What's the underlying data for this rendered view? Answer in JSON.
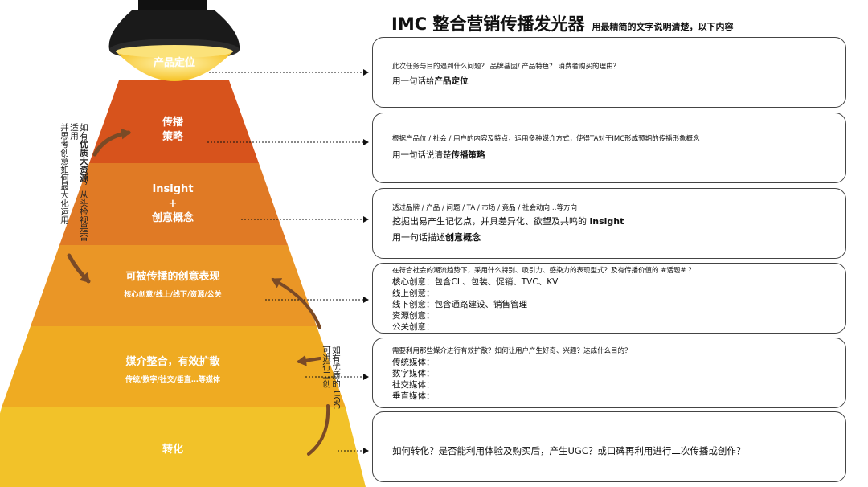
{
  "title": {
    "main": "IMC 整合营销传播发光器",
    "sub": "用最精简的文字说明清楚，以下内容"
  },
  "pyramid": {
    "level1": {
      "label": "产品定位"
    },
    "level2": {
      "line1": "传播",
      "line2": "策略"
    },
    "level3": {
      "line1": "Insight",
      "line2": "+",
      "line3": "创意概念"
    },
    "level4": {
      "title": "可被传播的创意表现",
      "sub": "核心创意/线上/线下/资源/公关"
    },
    "level5": {
      "title": "媒介整合，有效扩散",
      "sub": "传统/数字/社交/垂直…等媒体"
    },
    "level6": {
      "label": "转化"
    }
  },
  "side_notes": {
    "left": {
      "col1_pre": "如有",
      "col1_bold": "优质大资源",
      "col1_post": "，从头检视是否适用",
      "col2": "并思考创意如何最大化运用"
    },
    "right": {
      "col1": "如有优质的 UGC",
      "col2": "可进行二创"
    }
  },
  "boxes": {
    "b1": {
      "question": "此次任务与目的遇到什么问题？ 品牌基因/ 产品特色？ 消费者购买的理由？",
      "prompt_pre": "用一句话给",
      "prompt_bold": "产品定位"
    },
    "b2": {
      "question": "根据产品位 / 社会 / 用户的内容及特点，运用多种媒介方式，使得TA对于IMC形成预期的传播形象概念",
      "prompt_pre": "用一句话说清楚",
      "prompt_bold": "传播策略"
    },
    "b3": {
      "question": "透过品牌 / 产品 / 问题 / TA / 市场 / 竟品 / 社会动向…等方向",
      "line2_pre": "挖掘出易产生记忆点，并具差异化、欲望及共鸣的 ",
      "line2_bold": "insight",
      "prompt_pre": "用一句话描述",
      "prompt_bold": "创意概念"
    },
    "b4": {
      "question": "在符合社会的潮流趋势下，采用什么特别、吸引力、感染力的表现型式？及有传播价值的 #话题# ？",
      "items": [
        "核心创意：包含CI 、包装、促销、TVC、KV",
        "线上创意：",
        "线下创意：包含通路建设、销售管理",
        "资源创意：",
        "公关创意："
      ]
    },
    "b5": {
      "question": "需要利用那些媒介进行有效扩散？如何让用户产生好奇、兴趣？达成什么目的？",
      "items": [
        "传统媒体：",
        "数字媒体：",
        "社交媒体：",
        "垂直媒体："
      ]
    },
    "b6": {
      "question": "如何转化？是否能利用体验及购买后，产生UGC？或口碑再利用进行二次传播或创作？"
    }
  },
  "colors": {
    "level1": "#f6c122",
    "level2": "#d7531c",
    "level3": "#e07a25",
    "level4": "#ea9626",
    "level5": "#efab22",
    "level6": "#f2c229",
    "lamp": "#111111",
    "arrow": "#7a4a26"
  }
}
